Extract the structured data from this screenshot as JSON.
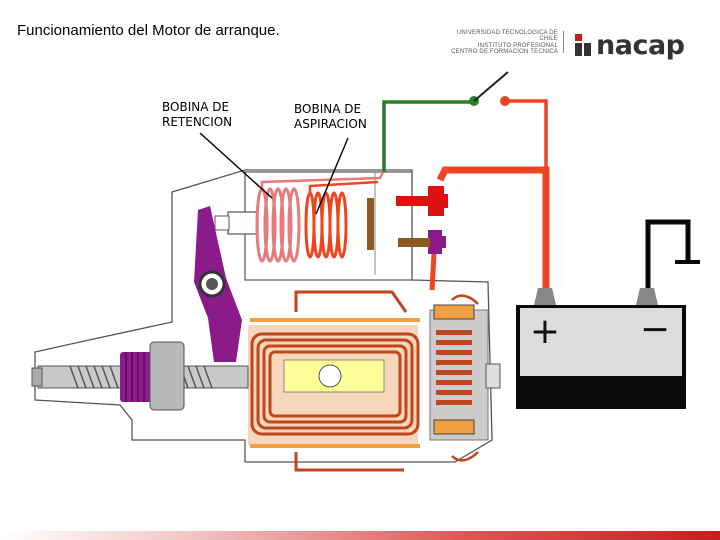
{
  "title": "Funcionamiento del Motor de arranque.",
  "labels": {
    "retention_coil": [
      "BOBINA DE",
      "RETENCION"
    ],
    "pull_in_coil": [
      "BOBINA DE",
      "ASPIRACION"
    ]
  },
  "logo": {
    "university_lines": [
      "UNIVERSIDAD TECNOLOGICA DE CHILE",
      "INSTITUTO PROFESIONAL",
      "CENTRO DE FORMACION TECNICA"
    ],
    "brand": "nacap"
  },
  "battery": {
    "positive": "+",
    "negative": "−"
  },
  "colors": {
    "wire_red": "#ee4422",
    "wire_green": "#2a7d2a",
    "copper": "#c0461e",
    "terminal_red": "#dd1111",
    "purple": "#8b1a8b",
    "battery_black": "#0a0a0a",
    "brand_red": "#c61e1e"
  }
}
